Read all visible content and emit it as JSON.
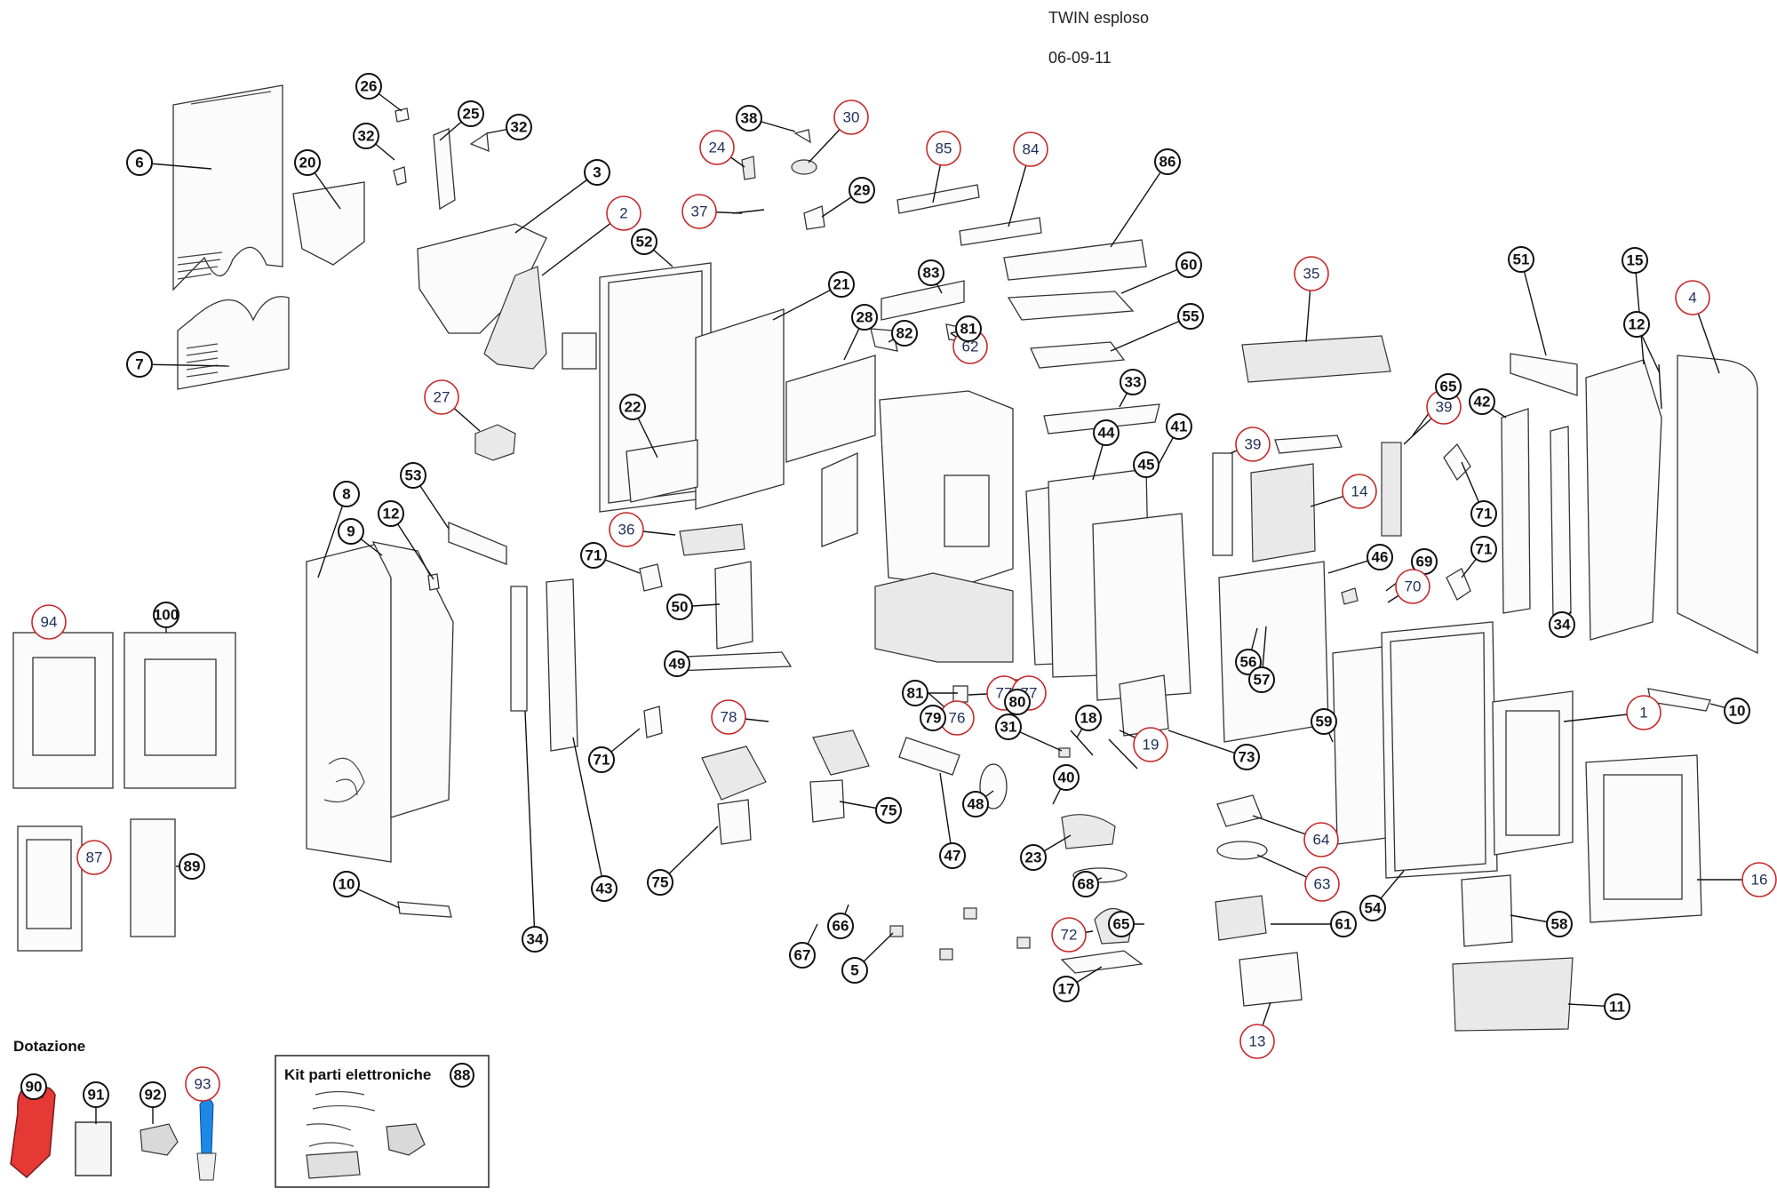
{
  "header": {
    "title": "TWIN esploso",
    "date": "06-09-11"
  },
  "accessories": {
    "title": "Dotazione"
  },
  "kit": {
    "title": "Kit parti elettroniche",
    "number": "88"
  },
  "colors": {
    "outline": "#111111",
    "highlight_bubble": "#c62828",
    "glove": "#e53935",
    "brush_handle": "#1e88e5"
  },
  "callouts": [
    {
      "label": "1",
      "style": "red"
    },
    {
      "label": "2",
      "style": "red"
    },
    {
      "label": "3",
      "style": "black"
    },
    {
      "label": "4",
      "style": "red"
    },
    {
      "label": "5",
      "style": "black"
    },
    {
      "label": "6",
      "style": "black"
    },
    {
      "label": "7",
      "style": "black"
    },
    {
      "label": "8",
      "style": "black"
    },
    {
      "label": "9",
      "style": "black"
    },
    {
      "label": "10",
      "style": "black"
    },
    {
      "label": "10",
      "style": "black"
    },
    {
      "label": "11",
      "style": "black"
    },
    {
      "label": "12",
      "style": "black"
    },
    {
      "label": "12",
      "style": "black"
    },
    {
      "label": "13",
      "style": "red"
    },
    {
      "label": "14",
      "style": "red"
    },
    {
      "label": "15",
      "style": "black"
    },
    {
      "label": "16",
      "style": "red"
    },
    {
      "label": "17",
      "style": "black"
    },
    {
      "label": "18",
      "style": "black"
    },
    {
      "label": "19",
      "style": "red"
    },
    {
      "label": "20",
      "style": "black"
    },
    {
      "label": "21",
      "style": "black"
    },
    {
      "label": "22",
      "style": "black"
    },
    {
      "label": "23",
      "style": "black"
    },
    {
      "label": "24",
      "style": "red"
    },
    {
      "label": "25",
      "style": "black"
    },
    {
      "label": "26",
      "style": "black"
    },
    {
      "label": "27",
      "style": "red"
    },
    {
      "label": "28",
      "style": "black"
    },
    {
      "label": "29",
      "style": "black"
    },
    {
      "label": "30",
      "style": "red"
    },
    {
      "label": "31",
      "style": "black"
    },
    {
      "label": "32",
      "style": "black"
    },
    {
      "label": "32",
      "style": "black"
    },
    {
      "label": "33",
      "style": "black"
    },
    {
      "label": "34",
      "style": "black"
    },
    {
      "label": "34",
      "style": "black"
    },
    {
      "label": "35",
      "style": "red"
    },
    {
      "label": "36",
      "style": "red"
    },
    {
      "label": "37",
      "style": "red"
    },
    {
      "label": "38",
      "style": "black"
    },
    {
      "label": "39",
      "style": "red"
    },
    {
      "label": "39",
      "style": "red"
    },
    {
      "label": "40",
      "style": "black"
    },
    {
      "label": "41",
      "style": "black"
    },
    {
      "label": "42",
      "style": "black"
    },
    {
      "label": "43",
      "style": "black"
    },
    {
      "label": "44",
      "style": "black"
    },
    {
      "label": "45",
      "style": "black"
    },
    {
      "label": "46",
      "style": "black"
    },
    {
      "label": "47",
      "style": "black"
    },
    {
      "label": "48",
      "style": "black"
    },
    {
      "label": "49",
      "style": "black"
    },
    {
      "label": "50",
      "style": "black"
    },
    {
      "label": "51",
      "style": "black"
    },
    {
      "label": "52",
      "style": "black"
    },
    {
      "label": "53",
      "style": "black"
    },
    {
      "label": "54",
      "style": "black"
    },
    {
      "label": "55",
      "style": "black"
    },
    {
      "label": "56",
      "style": "black"
    },
    {
      "label": "57",
      "style": "black"
    },
    {
      "label": "58",
      "style": "black"
    },
    {
      "label": "59",
      "style": "black"
    },
    {
      "label": "60",
      "style": "black"
    },
    {
      "label": "61",
      "style": "black"
    },
    {
      "label": "62",
      "style": "red"
    },
    {
      "label": "63",
      "style": "red"
    },
    {
      "label": "64",
      "style": "red"
    },
    {
      "label": "65",
      "style": "black"
    },
    {
      "label": "65",
      "style": "black"
    },
    {
      "label": "66",
      "style": "black"
    },
    {
      "label": "67",
      "style": "black"
    },
    {
      "label": "68",
      "style": "black"
    },
    {
      "label": "69",
      "style": "black"
    },
    {
      "label": "70",
      "style": "red"
    },
    {
      "label": "71",
      "style": "black"
    },
    {
      "label": "71",
      "style": "black"
    },
    {
      "label": "71",
      "style": "black"
    },
    {
      "label": "71",
      "style": "black"
    },
    {
      "label": "72",
      "style": "red"
    },
    {
      "label": "73",
      "style": "black"
    },
    {
      "label": "75",
      "style": "black"
    },
    {
      "label": "75",
      "style": "black"
    },
    {
      "label": "76",
      "style": "red"
    },
    {
      "label": "77",
      "style": "red"
    },
    {
      "label": "77",
      "style": "red"
    },
    {
      "label": "78",
      "style": "red"
    },
    {
      "label": "79",
      "style": "black"
    },
    {
      "label": "80",
      "style": "black"
    },
    {
      "label": "81",
      "style": "black"
    },
    {
      "label": "81",
      "style": "black"
    },
    {
      "label": "82",
      "style": "black"
    },
    {
      "label": "83",
      "style": "black"
    },
    {
      "label": "84",
      "style": "red"
    },
    {
      "label": "85",
      "style": "red"
    },
    {
      "label": "86",
      "style": "black"
    },
    {
      "label": "87",
      "style": "red"
    },
    {
      "label": "89",
      "style": "black"
    },
    {
      "label": "90",
      "style": "black"
    },
    {
      "label": "91",
      "style": "black"
    },
    {
      "label": "92",
      "style": "black"
    },
    {
      "label": "93",
      "style": "red"
    },
    {
      "label": "94",
      "style": "red"
    },
    {
      "label": "100",
      "style": "black"
    }
  ]
}
